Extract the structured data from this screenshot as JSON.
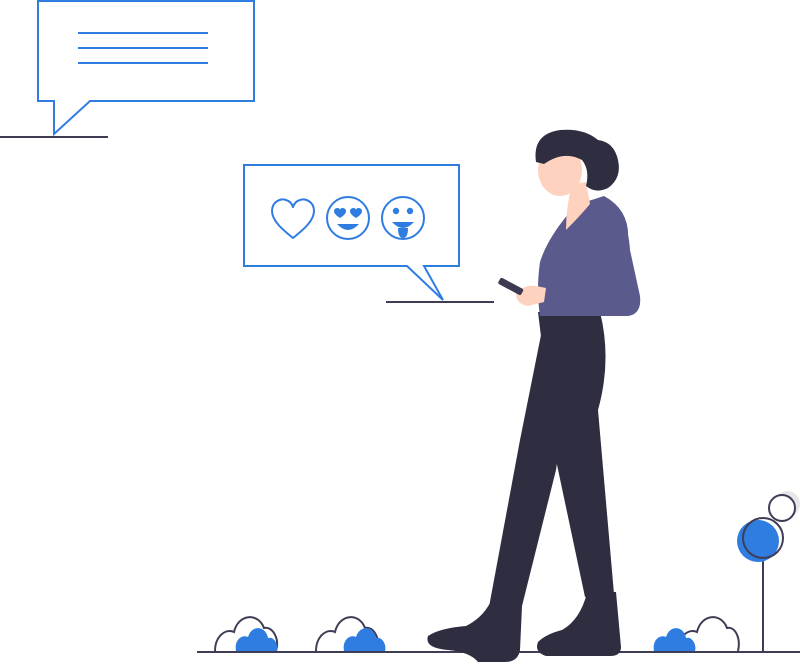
{
  "illustration": {
    "colors": {
      "accent": "#2f7de1",
      "ink": "#2f2e41",
      "shirt": "#5a5a8c",
      "skin": "#ffd2c0",
      "hair": "#2f2e41",
      "phone": "#3b3a52",
      "background": "#ffffff",
      "line": "#3f3d56",
      "bubble_light": "#e6e6e6"
    },
    "speech_bubbles": [
      {
        "role": "text-message",
        "icons": [
          "text-line",
          "text-line",
          "text-line"
        ]
      },
      {
        "role": "reaction-message",
        "icons": [
          "heart-icon",
          "heart-eyes-emoji-icon",
          "tongue-out-emoji-icon"
        ]
      }
    ],
    "plant_icons": [
      "bubble-plant-icon"
    ],
    "bush_icons": [
      "bush-icon",
      "bush-icon",
      "bush-icon"
    ]
  }
}
